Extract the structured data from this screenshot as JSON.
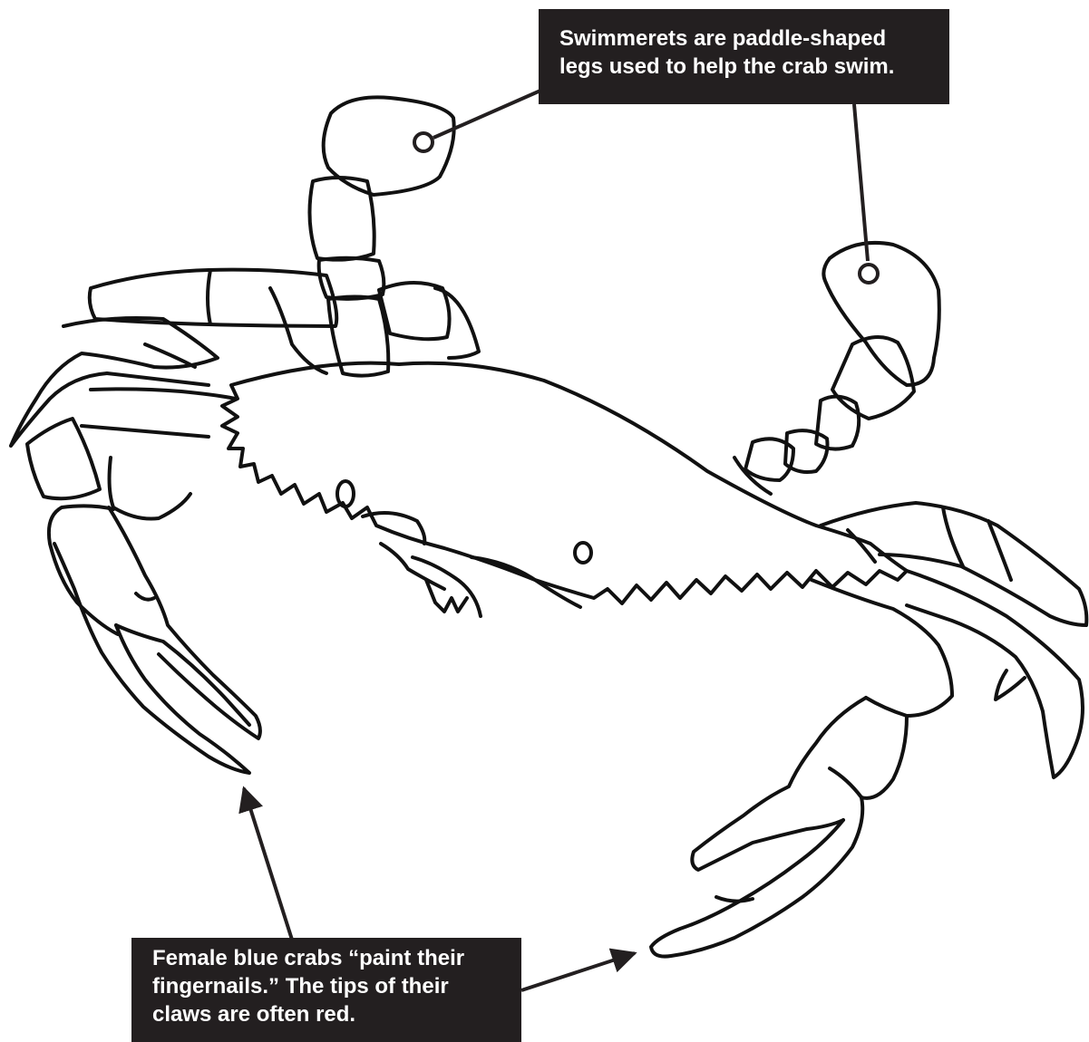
{
  "annotations": {
    "swimmerets": {
      "lines": [
        "Swimmerets are paddle-shaped",
        "legs used to help the crab swim."
      ]
    },
    "claw_tips": {
      "lines": [
        "Female blue crabs “paint their",
        "fingernails.” The tips of their",
        "claws are often red."
      ]
    }
  },
  "colors": {
    "callout_background": "#231f20",
    "callout_text": "#ffffff",
    "outline": "#111111",
    "page_background": "#ffffff"
  }
}
